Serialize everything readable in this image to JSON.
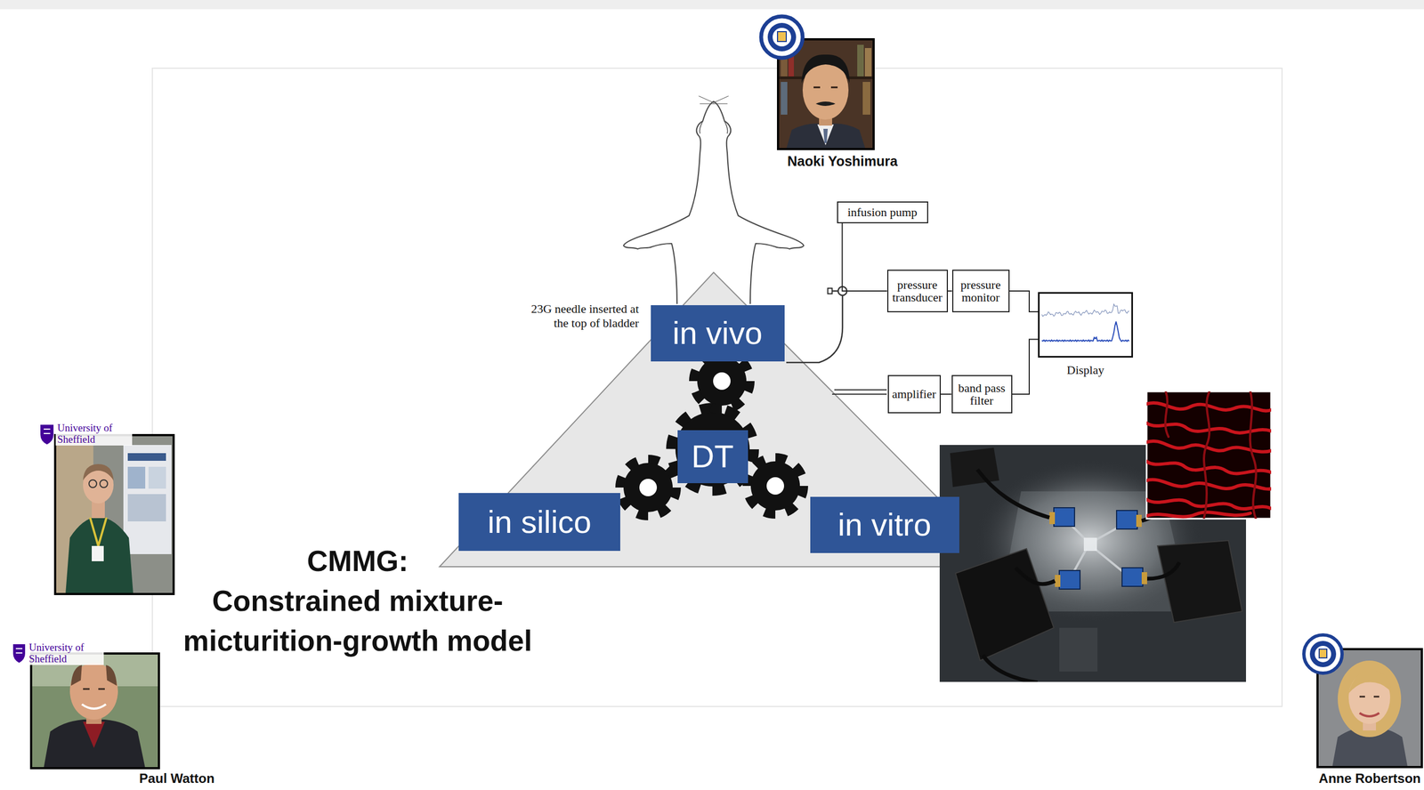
{
  "diagram": {
    "nodes": [
      {
        "text": [
          "in vivo"
        ]
      },
      {
        "text": [
          "DT"
        ]
      },
      {
        "text": [
          "in silico"
        ]
      },
      {
        "text": [
          "in vitro"
        ]
      },
      {
        "text": [
          "infusion pump"
        ]
      },
      {
        "text": [
          "pressure transducer"
        ]
      },
      {
        "text": [
          "pressure monitor"
        ]
      },
      {
        "text": [
          "Display"
        ]
      },
      {
        "text": [
          "amplifier"
        ]
      },
      {
        "text": [
          "band pass filter"
        ]
      }
    ],
    "edges": [
      {
        "from": 4,
        "to": 5,
        "arrow": "none"
      },
      {
        "from": 5,
        "to": 6,
        "arrow": "none"
      },
      {
        "from": 6,
        "to": 7,
        "arrow": "none"
      },
      {
        "from": 8,
        "to": 9,
        "arrow": "none"
      },
      {
        "from": 9,
        "to": 7,
        "arrow": "none"
      }
    ],
    "labels": [
      "23G needle inserted at the top of bladder",
      "CMMG:",
      "Constrained mixture-",
      "micturition-growth model",
      "Naoki Yoshimura",
      "University of Sheffield",
      "University of Sheffield",
      "Paul Watton",
      "Anne Robertson"
    ]
  }
}
